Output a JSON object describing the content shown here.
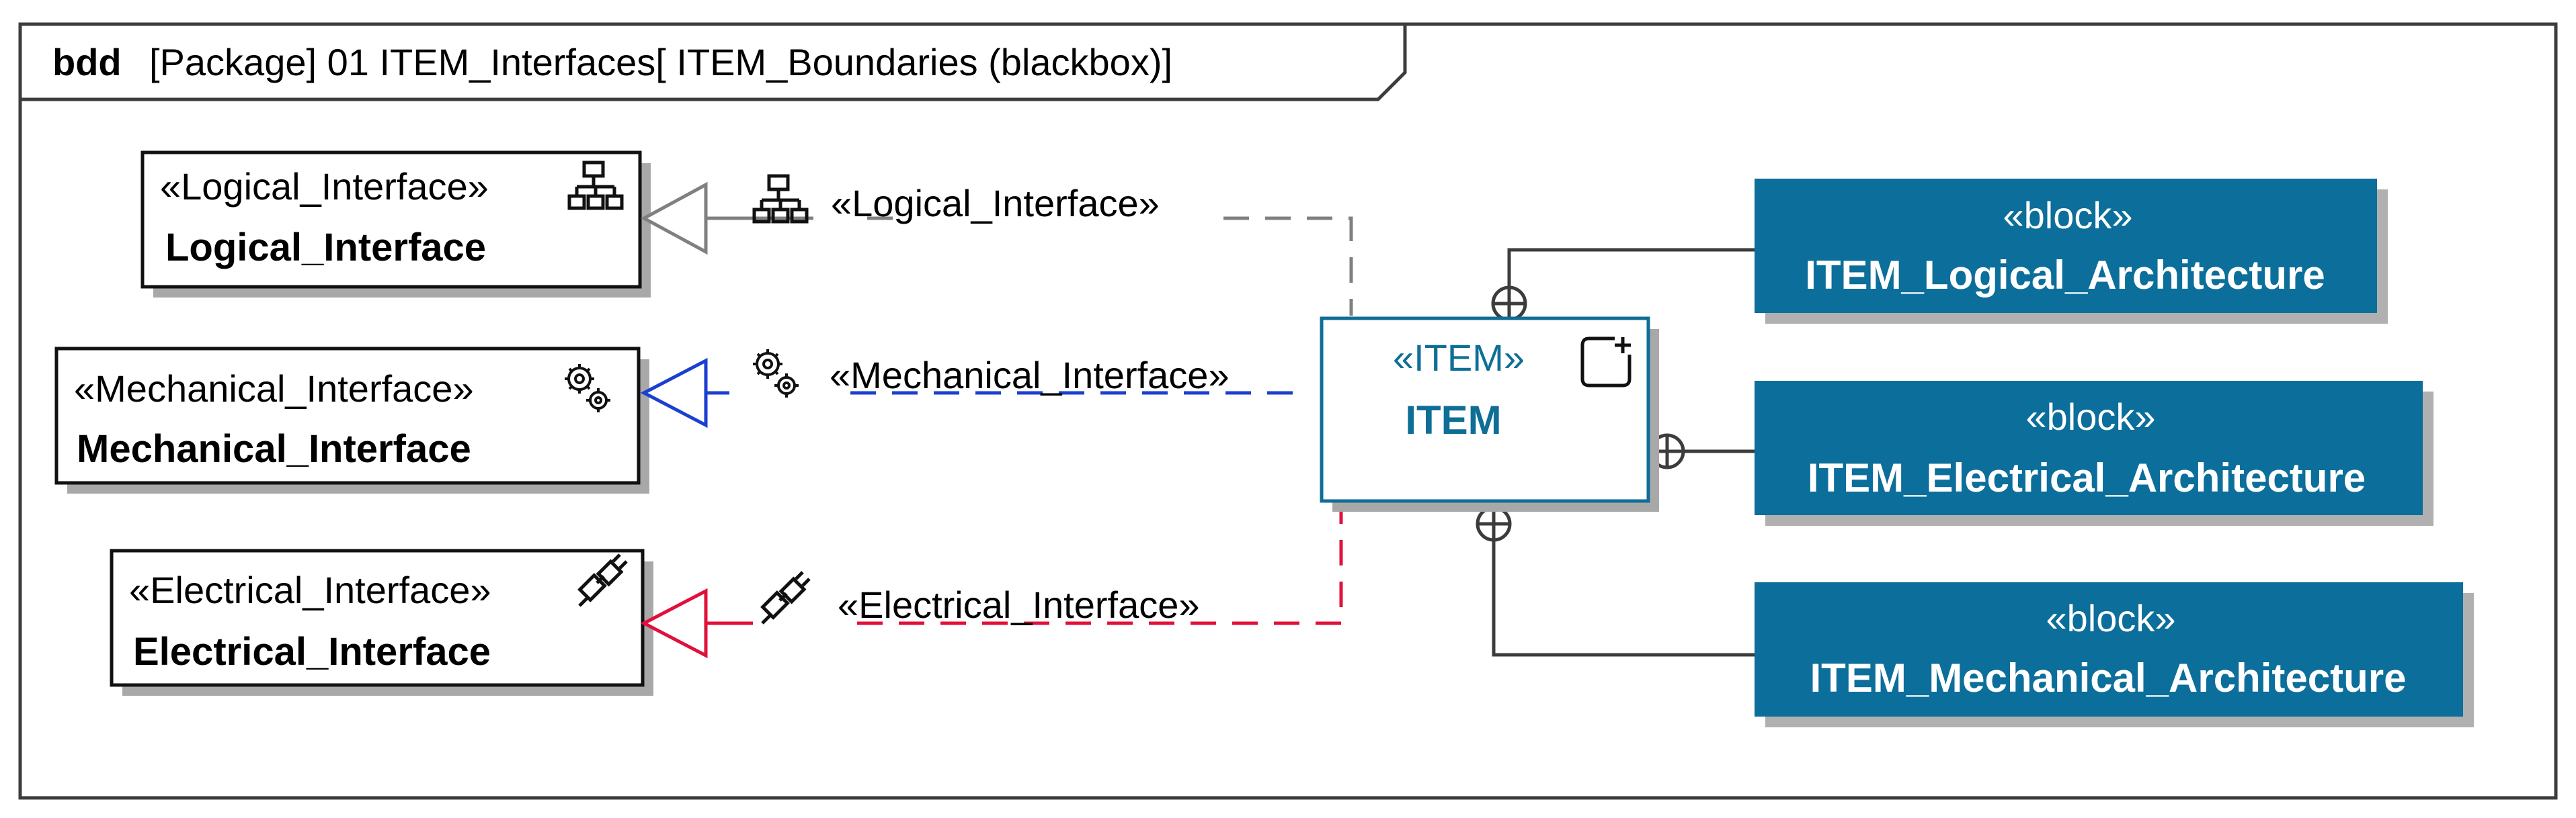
{
  "frame": {
    "kind": "bdd",
    "label": "[Package] 01 ITEM_Interfaces[ ITEM_Boundaries (blackbox)]"
  },
  "interfaces": [
    {
      "id": "logical",
      "stereotype": "«Logical_Interface»",
      "name": "Logical_Interface",
      "icon": "hierarchy-icon",
      "color": "#808080"
    },
    {
      "id": "mechanical",
      "stereotype": "«Mechanical_Interface»",
      "name": "Mechanical_Interface",
      "icon": "gears-icon",
      "color": "#1a3fd1"
    },
    {
      "id": "electrical",
      "stereotype": "«Electrical_Interface»",
      "name": "Electrical_Interface",
      "icon": "plug-icon",
      "color": "#e0103a"
    }
  ],
  "realizations": [
    {
      "stereotype": "«Logical_Interface»",
      "icon": "hierarchy-icon"
    },
    {
      "stereotype": "«Mechanical_Interface»",
      "icon": "gears-icon"
    },
    {
      "stereotype": "«Electrical_Interface»",
      "icon": "plug-icon"
    }
  ],
  "item": {
    "stereotype": "«ITEM»",
    "name": "ITEM",
    "color": "#0e6e96",
    "icon": "square-plus-icon"
  },
  "blocks": [
    {
      "stereotype": "«block»",
      "name": "ITEM_Logical_Architecture"
    },
    {
      "stereotype": "«block»",
      "name": "ITEM_Electrical_Architecture"
    },
    {
      "stereotype": "«block»",
      "name": "ITEM_Mechanical_Architecture"
    }
  ],
  "colors": {
    "block_fill": "#0c6e9a",
    "line": "#3c3c3c"
  }
}
